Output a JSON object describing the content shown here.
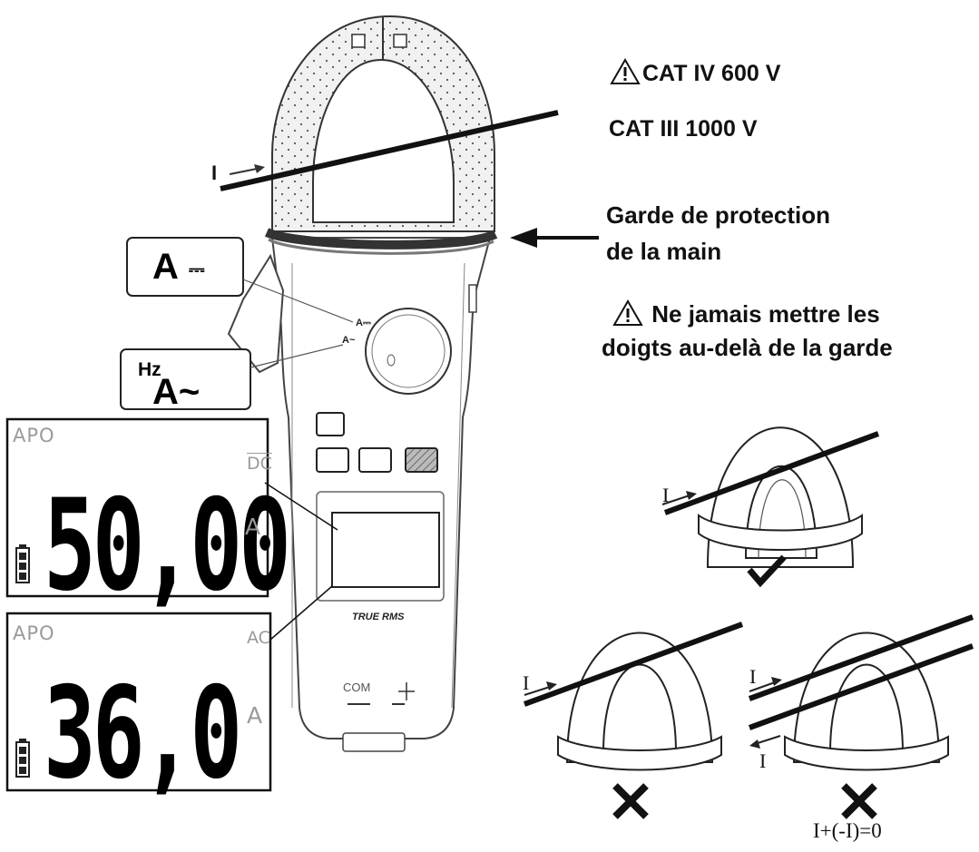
{
  "labels": {
    "cat_iv": "CAT IV 600 V",
    "cat_iii": "CAT III 1000 V",
    "guard_line1": "Garde de protection",
    "guard_line2": "de la main",
    "warning_line1": "Ne jamais mettre les",
    "warning_line2": "doigts au-delà de la garde"
  },
  "meter": {
    "selector_dc_label": "A",
    "selector_ac_hz": "Hz",
    "selector_ac_label": "A~",
    "knob_label_dc": "A⎓",
    "knob_label_ac": "A~",
    "true_rms": "TRUE RMS",
    "com_jack": "COM",
    "input_label": "I"
  },
  "displays": [
    {
      "apo": "APO",
      "mode": "DC",
      "reading": "50,00",
      "unit": "A"
    },
    {
      "apo": "APO",
      "mode": "AC",
      "reading": "36,0",
      "unit": "A"
    }
  ],
  "examples": {
    "correct_current": "I",
    "wrong1_current": "I",
    "wrong2_current_a": "I",
    "wrong2_current_b": "I",
    "equation": "I+(-I)=0"
  },
  "colors": {
    "ink": "#111111",
    "speckle": "#ececec"
  }
}
